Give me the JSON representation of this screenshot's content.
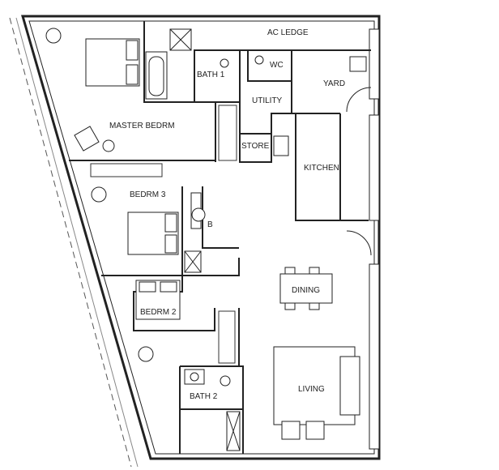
{
  "rooms": {
    "ac_ledge": "AC LEDGE",
    "bath1": "BATH 1",
    "wc": "WC",
    "yard": "YARD",
    "utility": "UTILITY",
    "master": "MASTER BEDRM",
    "store": "STORE",
    "kitchen": "KITCHEN",
    "bedrm3": "BEDRM 3",
    "bath3_partial": "B",
    "dining": "DINING",
    "bedrm2": "BEDRM 2",
    "bath2": "BATH 2",
    "living": "LIVING"
  }
}
